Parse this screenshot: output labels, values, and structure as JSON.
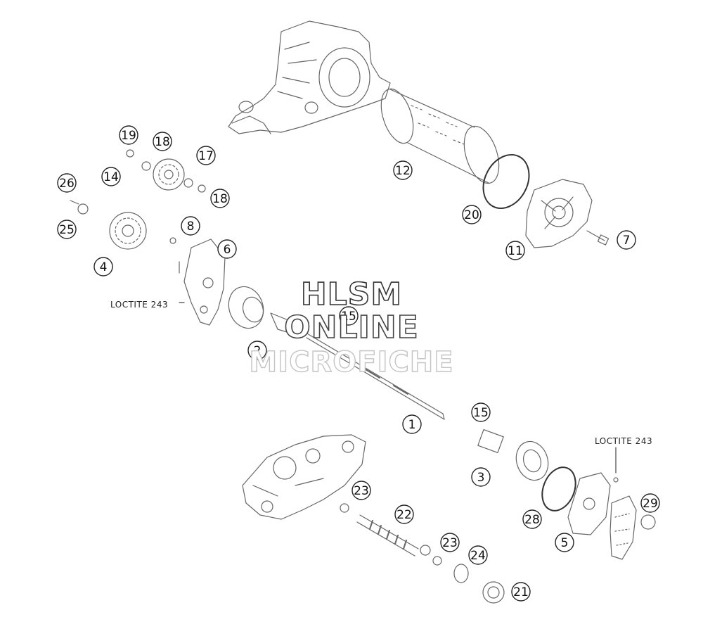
{
  "watermark": {
    "line1": "HLSM",
    "line2": "ONLINE",
    "line3": "MICROFICHE"
  },
  "notes": {
    "loctite_left": "LOCTITE 243",
    "loctite_right": "LOCTITE 243"
  },
  "callouts": [
    {
      "id": "c1",
      "label": "1"
    },
    {
      "id": "c2",
      "label": "2"
    },
    {
      "id": "c3",
      "label": "3"
    },
    {
      "id": "c4",
      "label": "4"
    },
    {
      "id": "c5",
      "label": "5"
    },
    {
      "id": "c6",
      "label": "6"
    },
    {
      "id": "c7",
      "label": "7"
    },
    {
      "id": "c8",
      "label": "8"
    },
    {
      "id": "c11",
      "label": "11"
    },
    {
      "id": "c12",
      "label": "12"
    },
    {
      "id": "c14",
      "label": "14"
    },
    {
      "id": "c15a",
      "label": "15"
    },
    {
      "id": "c15b",
      "label": "15"
    },
    {
      "id": "c17",
      "label": "17"
    },
    {
      "id": "c18a",
      "label": "18"
    },
    {
      "id": "c18b",
      "label": "18"
    },
    {
      "id": "c19",
      "label": "19"
    },
    {
      "id": "c20",
      "label": "20"
    },
    {
      "id": "c21",
      "label": "21"
    },
    {
      "id": "c22",
      "label": "22"
    },
    {
      "id": "c23a",
      "label": "23"
    },
    {
      "id": "c23b",
      "label": "23"
    },
    {
      "id": "c24",
      "label": "24"
    },
    {
      "id": "c25",
      "label": "25"
    },
    {
      "id": "c26",
      "label": "26"
    },
    {
      "id": "c28",
      "label": "28"
    },
    {
      "id": "c29",
      "label": "29"
    }
  ]
}
